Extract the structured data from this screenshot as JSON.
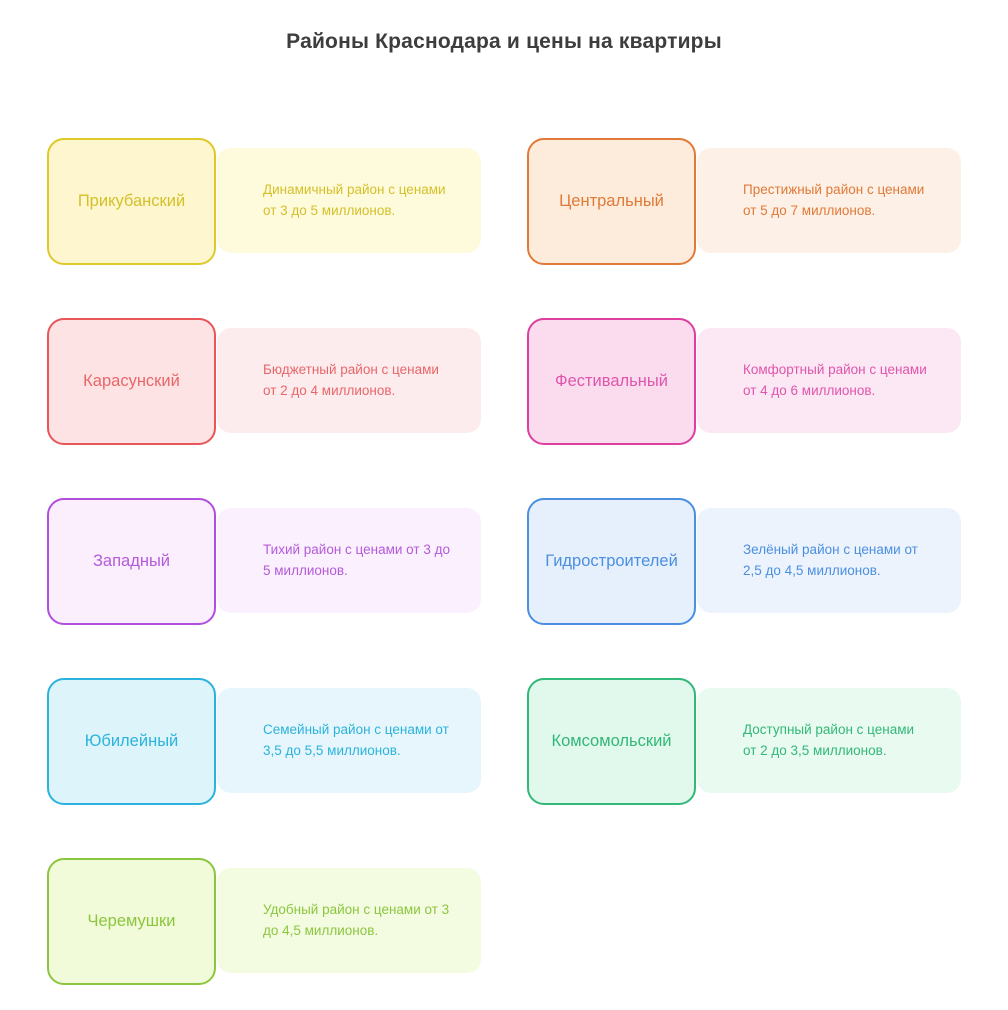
{
  "page": {
    "title": "Районы Краснодара и цены на квартиры",
    "background_color": "#ffffff",
    "title_color": "#3d3d3d"
  },
  "cards": [
    {
      "name": "Прикубанский",
      "description": "Динамичный район с ценами от 3 до 5 миллионов.",
      "border_color": "#ddc927",
      "name_fill": "#fdf6cf",
      "desc_fill": "#fefbdd",
      "text_color": "#d4c02a"
    },
    {
      "name": "Центральный",
      "description": "Престижный район с ценами от 5 до 7 миллионов.",
      "border_color": "#e07a38",
      "name_fill": "#fdebdc",
      "desc_fill": "#fdf0e6",
      "text_color": "#e07a38"
    },
    {
      "name": "Карасунский",
      "description": "Бюджетный район с ценами от 2 до 4 миллионов.",
      "border_color": "#e8565a",
      "name_fill": "#fde3e3",
      "desc_fill": "#fdeced",
      "text_color": "#e8666a"
    },
    {
      "name": "Фестивальный",
      "description": "Комфортный район с ценами от 4 до 6 миллионов.",
      "border_color": "#dd3f9e",
      "name_fill": "#fbdcef",
      "desc_fill": "#fce7f4",
      "text_color": "#e055ab"
    },
    {
      "name": "Западный",
      "description": "Тихий район с ценами от 3 до 5 миллионов.",
      "border_color": "#b04fdd",
      "name_fill": "#fbeefd",
      "desc_fill": "#fbf0fd",
      "text_color": "#b45ada"
    },
    {
      "name": "Гидростроителей",
      "description": "Зелёный район с ценами от 2,5 до 4,5 миллионов.",
      "border_color": "#4a8fe0",
      "name_fill": "#e6f0fc",
      "desc_fill": "#ecf3fd",
      "text_color": "#4a8fe0"
    },
    {
      "name": "Юбилейный",
      "description": "Семейный район с ценами от 3,5 до 5,5 миллионов.",
      "border_color": "#2bb3dd",
      "name_fill": "#ddf4fb",
      "desc_fill": "#e6f6fc",
      "text_color": "#2bb3dd"
    },
    {
      "name": "Комсомольский",
      "description": "Доступный район с ценами от 2 до 3,5 миллионов.",
      "border_color": "#32b878",
      "name_fill": "#e1f8ec",
      "desc_fill": "#e9faf0",
      "text_color": "#32b878"
    },
    {
      "name": "Черемушки",
      "description": "Удобный район с ценами от 3 до 4,5 миллионов.",
      "border_color": "#8cc63f",
      "name_fill": "#f1fad9",
      "desc_fill": "#f3fbe1",
      "text_color": "#8cc63f"
    }
  ]
}
